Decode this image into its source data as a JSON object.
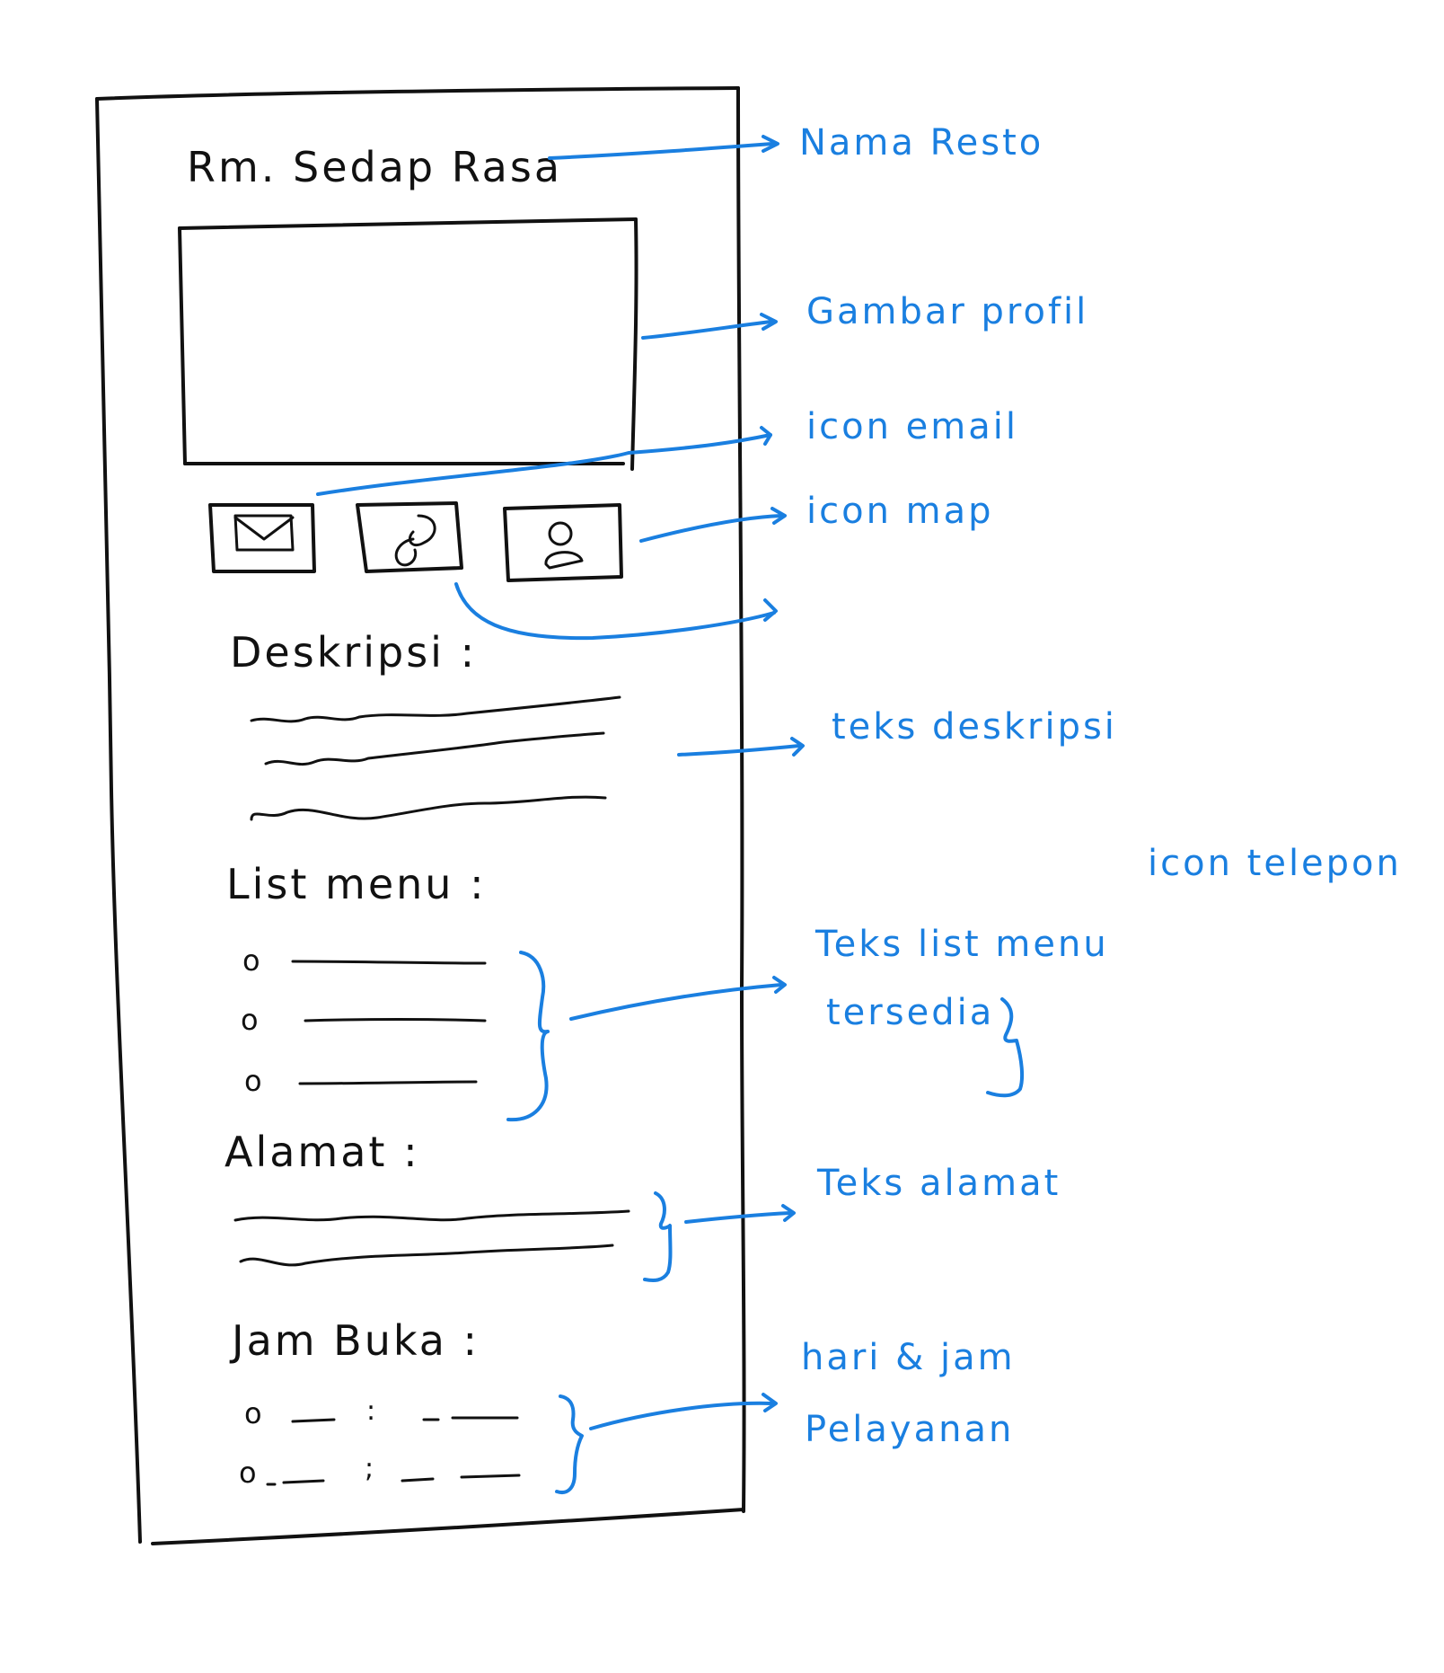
{
  "sketch": {
    "restaurant_name": "Rm. Sedap Rasa",
    "headings": {
      "description": "Deskripsi :",
      "menu": "List menu :",
      "address": "Alamat :",
      "hours": "Jam Buka :"
    },
    "bullets": [
      "o",
      "o",
      "o"
    ],
    "hours_bullets": [
      "o",
      "o"
    ],
    "hours_colons": [
      ":",
      ";"
    ],
    "icons": [
      "email-icon",
      "phone-icon",
      "map-person-icon"
    ]
  },
  "annotations": {
    "name": "Nama Resto",
    "profile_image": "Gambar profil",
    "email": "icon email",
    "map": "icon map",
    "description": "teks deskripsi",
    "phone": "icon telepon",
    "menu_line1": "Teks list menu",
    "menu_line2": "tersedia",
    "address": "Teks alamat",
    "hours_line1": "hari & jam",
    "hours_line2": "Pelayanan"
  },
  "colors": {
    "ink": "#111111",
    "annotation": "#1a7fe0",
    "background": "#ffffff"
  }
}
